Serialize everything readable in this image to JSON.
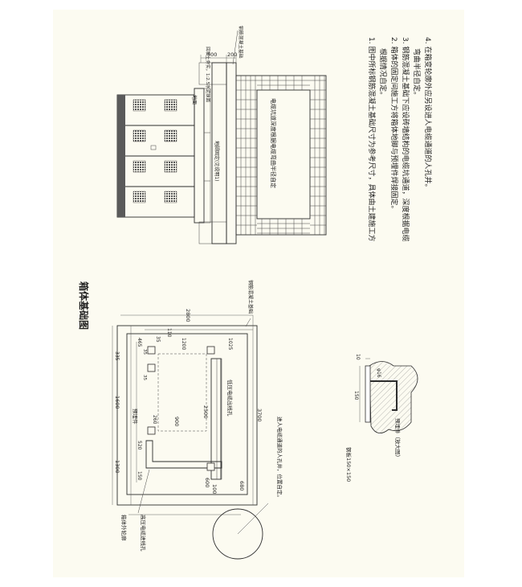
{
  "plan": {
    "title": "箱体基础图",
    "dims": {
      "top_overall": "2800",
      "top_sub": [
        "110",
        "1200",
        "1025"
      ],
      "top_offsets": [
        "465",
        "35"
      ],
      "left_overall": "3700",
      "left_parts": [
        "1300",
        "1600",
        "335"
      ],
      "left_minor": [
        "35",
        "35",
        "520",
        "150"
      ],
      "bottom": [
        "600",
        "100",
        "680"
      ],
      "inner_w": "2500",
      "inner_h": "900",
      "embed": "260"
    },
    "labels": {
      "concrete_base": "钢筋混凝土基础",
      "embed_part": "预埋件",
      "outer_edge": "箱体外轮廓",
      "hv_cable_in": "高压电缆进线孔",
      "lv_cable_out": "低压电缆出线孔",
      "manhole": "进人电缆通道的人孔井，位置自定。"
    }
  },
  "section": {
    "dims": [
      "500",
      "200"
    ],
    "labels": {
      "backfill": "回填土夯实，1:2.5水泥抹面",
      "concrete": "钢筋混凝土基础",
      "ground": "地面",
      "anchor": "地脚固定(见说明1)",
      "channel": "电缆坑道深度根据电缆弯曲半径自定"
    }
  },
  "notes": [
    "1. 图中所标钢筋混凝土基础尺寸为参考尺寸，具体由土建施工方",
    "根据情况自定。",
    "2. 箱体的固定间施工方将箱体地脚与预埋件焊接固定。",
    "3. 钢筋混凝土基础下应设砖墙结构的电缆坑通道，深度根据电缆",
    "弯曲半径自定。",
    "4. 在箱变轮廓外应另设进人电缆通道的人孔井。"
  ],
  "detail": {
    "dims": [
      "150",
      "10"
    ],
    "phi": "φ16",
    "plate": "钢板150×150",
    "caption": "预埋件（放大图）"
  }
}
